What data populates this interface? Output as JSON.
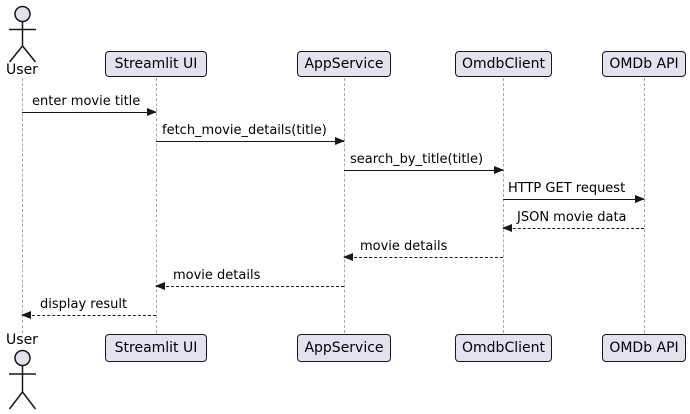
{
  "diagram": {
    "type": "uml-sequence",
    "participants": [
      {
        "label": "User",
        "kind": "actor"
      },
      {
        "label": "Streamlit UI",
        "kind": "participant"
      },
      {
        "label": "AppService",
        "kind": "participant"
      },
      {
        "label": "OmdbClient",
        "kind": "participant"
      },
      {
        "label": "OMDb API",
        "kind": "participant"
      }
    ],
    "messages": [
      {
        "from": "User",
        "to": "Streamlit UI",
        "label": "enter movie title",
        "line": "solid",
        "direction": "right"
      },
      {
        "from": "Streamlit UI",
        "to": "AppService",
        "label": "fetch_movie_details(title)",
        "line": "solid",
        "direction": "right"
      },
      {
        "from": "AppService",
        "to": "OmdbClient",
        "label": "search_by_title(title)",
        "line": "solid",
        "direction": "right"
      },
      {
        "from": "OmdbClient",
        "to": "OMDb API",
        "label": "HTTP GET request",
        "line": "solid",
        "direction": "right"
      },
      {
        "from": "OMDb API",
        "to": "OmdbClient",
        "label": "JSON movie data",
        "line": "dashed",
        "direction": "left"
      },
      {
        "from": "OmdbClient",
        "to": "AppService",
        "label": "movie details",
        "line": "dashed",
        "direction": "left"
      },
      {
        "from": "AppService",
        "to": "Streamlit UI",
        "label": "movie details",
        "line": "dashed",
        "direction": "left"
      },
      {
        "from": "Streamlit UI",
        "to": "User",
        "label": "display result",
        "line": "dashed",
        "direction": "left"
      }
    ],
    "colors": {
      "background": "#FFFFFF",
      "participant_fill": "#E2E2F0",
      "participant_border": "#181818",
      "lifeline": "#A8A8A8",
      "arrow": "#181818",
      "text": "#000000"
    }
  }
}
